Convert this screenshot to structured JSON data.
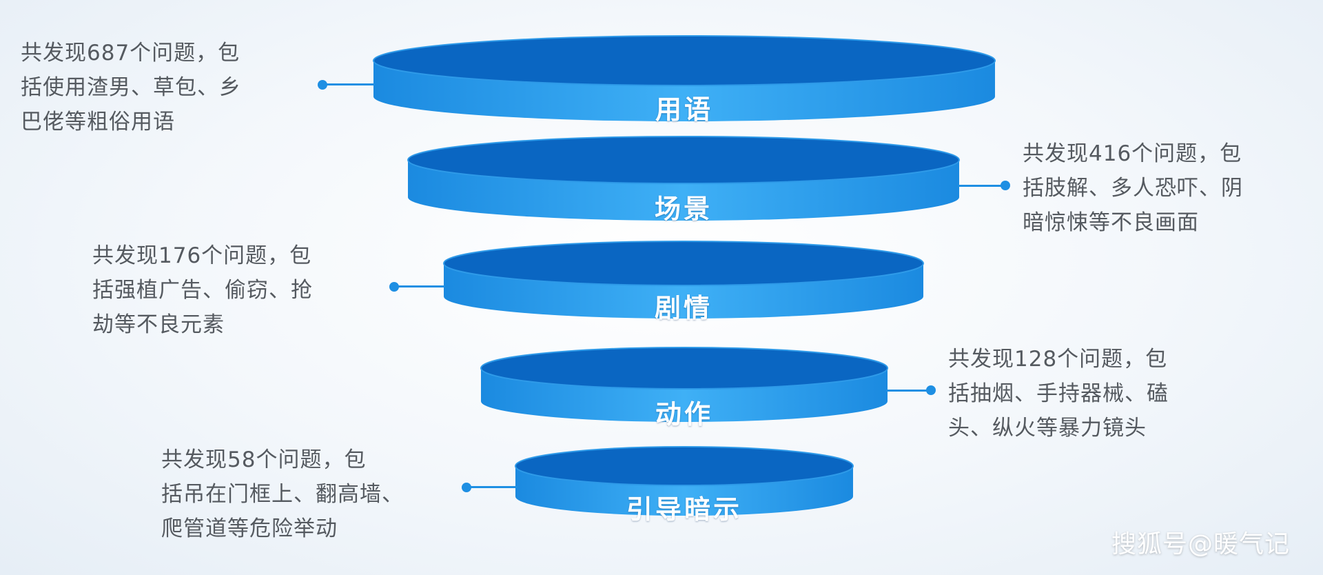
{
  "colors": {
    "disk_top": "#0a66c2",
    "disk_side_light": "#3aa8f2",
    "disk_side_dark": "#1385db",
    "accent": "#1e8fe3"
  },
  "stages": [
    {
      "label": "用语",
      "note_lines": [
        "共发现687个问题，包",
        "括使用渣男、草包、乡",
        "巴佬等粗俗用语"
      ]
    },
    {
      "label": "场景",
      "note_lines": [
        "共发现416个问题，包",
        "括肢解、多人恐吓、阴",
        "暗惊悚等不良画面"
      ]
    },
    {
      "label": "剧情",
      "note_lines": [
        "共发现176个问题，包",
        "括强植广告、偷窃、抢",
        "劫等不良元素"
      ]
    },
    {
      "label": "动作",
      "note_lines": [
        "共发现128个问题，包",
        "括抽烟、手持器械、磕",
        "头、纵火等暴力镜头"
      ]
    },
    {
      "label": "引导暗示",
      "note_lines": [
        "共发现58个问题，包",
        "括吊在门框上、翻高墙、",
        "爬管道等危险举动"
      ]
    }
  ],
  "watermark": "搜狐号@暖气记"
}
